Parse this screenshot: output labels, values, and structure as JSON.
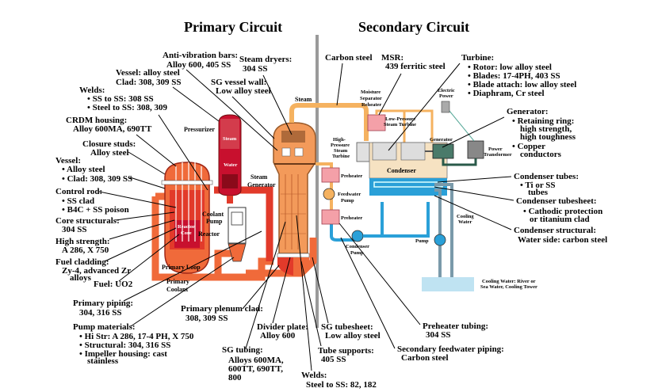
{
  "titles": {
    "primary": "Primary Circuit",
    "secondary": "Secondary Circuit"
  },
  "colors": {
    "primary_hot": "#e23a2a",
    "primary_pipe": "#f06a3a",
    "reactor_core": "#c8102e",
    "sg_body": "#f39a5a",
    "steam_pipe": "#f5b260",
    "secondary_water": "#2aa0d8",
    "condenser_shell": "#f6e2c2",
    "preheater": "#f4a0a8",
    "cooling_water": "#bfe3f2",
    "divider": "#999999"
  },
  "components": {
    "pressurizer": "Pressurizer",
    "pressurizer_steam": "Steam",
    "pressurizer_water": "Water",
    "steam_generator": [
      "Steam",
      "Generator"
    ],
    "reactor": "Reactor",
    "reactor_core": [
      "Reactor",
      "Core"
    ],
    "coolant_pump": [
      "Coolant",
      "Pump"
    ],
    "primary_loop": "Primary Loop",
    "primary_coolant": [
      "Primary",
      "Coolant"
    ],
    "steam_line": "Steam",
    "msr": [
      "Moisture",
      "Separator",
      "Reheater"
    ],
    "hp_turbine": [
      "High-",
      "Pressure",
      "Steam",
      "Turbine"
    ],
    "lp_turbine": [
      "Low-Pressure",
      "Steam Turbine"
    ],
    "electric_power": [
      "Electric",
      "Power"
    ],
    "generator": "Generator",
    "power_transformer": [
      "Power",
      "Transformer"
    ],
    "condenser": "Condenser",
    "preheater_1": "Preheater",
    "preheater_2": "Preheater",
    "feedwater_pump": [
      "Feedwater",
      "Pump"
    ],
    "condenser_pump": [
      "Condenser",
      "Pump"
    ],
    "cooling_water": [
      "Cooling",
      "Water"
    ],
    "pump": "Pump",
    "cooling_source": [
      "Cooling Water:  River or",
      "Sea Water, Cooling Tower"
    ]
  },
  "annotations": {
    "anti_vibration_bars": [
      "Anti-vibration bars:",
      "Alloy 600, 405 SS"
    ],
    "steam_dryers": [
      "Steam dryers:",
      "304 SS"
    ],
    "vessel_alloy": [
      "Vessel: alloy steel",
      "Clad: 308, 309 SS"
    ],
    "sg_vessel_wall": [
      "SG vessel wall:",
      "Low alloy steel"
    ],
    "welds_top": [
      "Welds:",
      "• SS to SS: 308 SS",
      "• Steel to SS: 308, 309"
    ],
    "crdm_housing": [
      "CRDM housing:",
      "Alloy 600MA, 690TT"
    ],
    "closure_studs": [
      "Closure studs:",
      "Alloy steel"
    ],
    "vessel": [
      "Vessel:",
      "• Alloy steel",
      "• Clad: 308, 309 SS"
    ],
    "control_rod": [
      "Control rod:",
      "• SS clad",
      "• B4C + SS poison"
    ],
    "core_structurals": [
      "Core structurals:",
      "304 SS"
    ],
    "high_strength": [
      "High strength:",
      "A 286, X 750"
    ],
    "fuel_cladding": [
      "Fuel cladding:",
      "Zy-4, advanced Zr",
      "alloys"
    ],
    "fuel": "Fuel: UO2",
    "primary_piping": [
      "Primary piping:",
      "304, 316 SS"
    ],
    "pump_materials": [
      "Pump materials:",
      "• Hi Str: A 286, 17-4 PH, X 750",
      "• Structural: 304, 316 SS",
      "• Impeller housing: cast",
      "stainless"
    ],
    "primary_plenum_clad": [
      "Primary plenum clad:",
      "308, 309 SS"
    ],
    "divider_plate": [
      "Divider plate:",
      "Alloy 600"
    ],
    "sg_tubing": [
      "SG tubing:",
      "Alloys 600MA,",
      "600TT, 690TT,",
      "800"
    ],
    "sg_tubesheet": [
      "SG tubesheet:",
      "Low alloy steel"
    ],
    "tube_supports": [
      "Tube supports:",
      "405 SS"
    ],
    "welds_bottom": [
      "Welds:",
      "Steel to SS: 82, 182"
    ],
    "carbon_steel": "Carbon steel",
    "msr_material": [
      "MSR:",
      "439 ferritic steel"
    ],
    "turbine": [
      "Turbine:",
      "• Rotor: low alloy steel",
      "• Blades: 17-4PH, 403 SS",
      "• Blade attach: low alloy steel",
      "• Diaphram, Cr steel"
    ],
    "generator_material": [
      "Generator:",
      "• Retaining ring:",
      "high strength,",
      "high toughness",
      "• Copper",
      "conductors"
    ],
    "condenser_tubes": [
      "Condenser tubes:",
      "• Ti or SS",
      "tubes"
    ],
    "condenser_tubesheet": [
      "Condenser tubesheet:",
      "• Cathodic protection",
      "or titanium clad"
    ],
    "condenser_structural": [
      "Condenser structural:",
      "Water side: carbon steel"
    ],
    "preheater_tubing": [
      "Preheater tubing:",
      "304 SS"
    ],
    "secondary_feedwater_piping": [
      "Secondary feedwater piping:",
      "Carbon steel"
    ]
  }
}
